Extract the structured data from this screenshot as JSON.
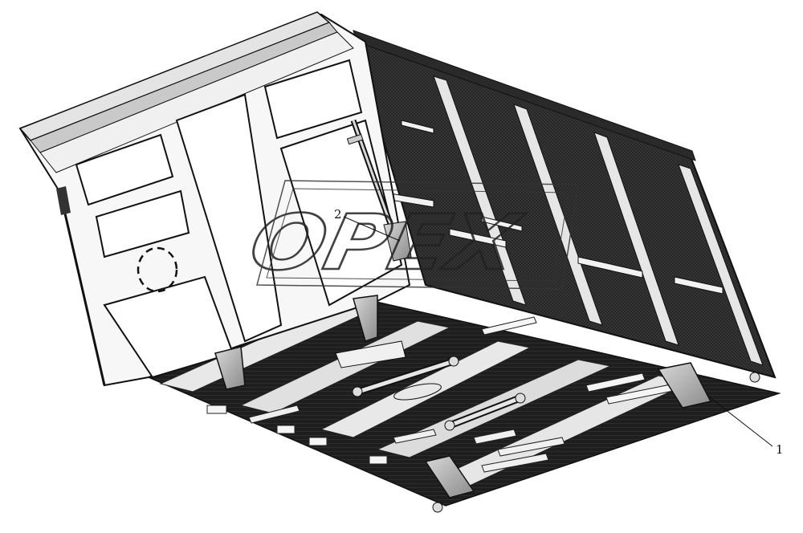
{
  "callouts": [
    {
      "id": "1",
      "label": "1"
    },
    {
      "id": "2",
      "label": "2"
    }
  ],
  "watermark": {
    "text": "OPEX"
  },
  "colors": {
    "frame_fill": "#f2f2f2",
    "frame_stroke": "#1a1a1a",
    "panel_dark": "#1c1c1c",
    "beam_light": "#e0e0e0",
    "bracket_grey": "#b5b5b5"
  }
}
